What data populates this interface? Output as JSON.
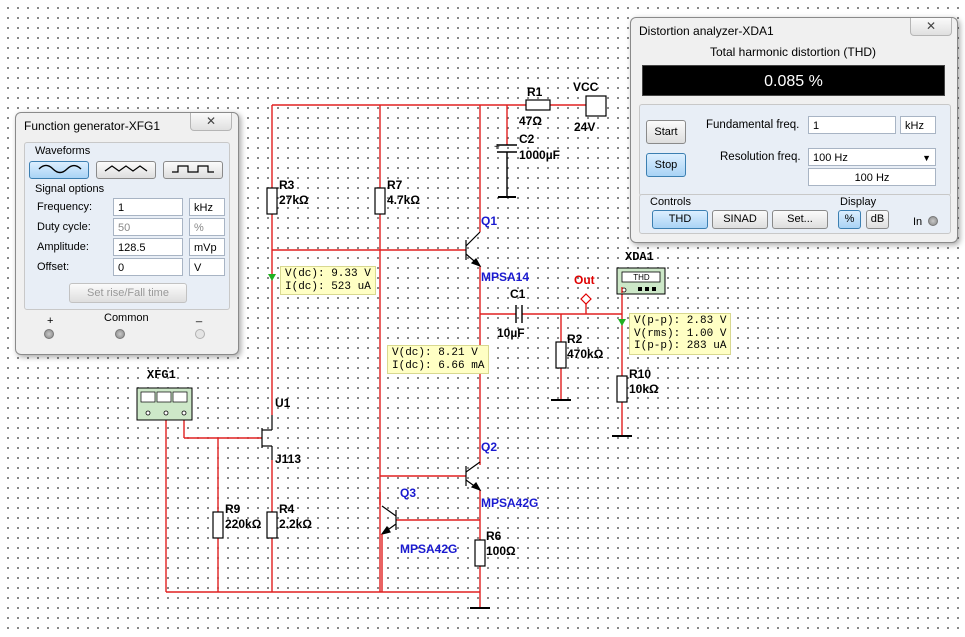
{
  "components": {
    "r1": {
      "name": "R1",
      "value": "47Ω"
    },
    "vcc": {
      "name": "VCC",
      "value": "24V"
    },
    "c2": {
      "name": "C2",
      "value": "1000µF"
    },
    "r3": {
      "name": "R3",
      "value": "27kΩ"
    },
    "r7": {
      "name": "R7",
      "value": "4.7kΩ"
    },
    "q1": {
      "name": "Q1",
      "part": "MPSA14"
    },
    "c1": {
      "name": "C1",
      "value": "10µF"
    },
    "r2": {
      "name": "R2",
      "value": "470kΩ"
    },
    "r10": {
      "name": "R10",
      "value": "10kΩ"
    },
    "u1": {
      "name": "U1",
      "part": "J113"
    },
    "q2": {
      "name": "Q2",
      "part": "MPSA42G"
    },
    "q3": {
      "name": "Q3",
      "part": "MPSA42G"
    },
    "r9": {
      "name": "R9",
      "value": "220kΩ"
    },
    "r4": {
      "name": "R4",
      "value": "2.2kΩ"
    },
    "r6": {
      "name": "R6",
      "value": "100Ω"
    },
    "xfg1": {
      "name": "XFG1"
    },
    "xda1": {
      "name": "XDA1",
      "face": "THD"
    },
    "out": {
      "label": "Out"
    }
  },
  "probes": {
    "p1": {
      "l1": "V(dc): 9.33 V",
      "l2": "I(dc): 523 uA"
    },
    "p2": {
      "l1": "V(dc): 8.21 V",
      "l2": "I(dc): 6.66 mA"
    },
    "p3": {
      "l1": "V(p-p): 2.83 V",
      "l2": "V(rms): 1.00 V",
      "l3": "I(p-p): 283 uA"
    }
  },
  "function_generator": {
    "title": "Function generator-XFG1",
    "close": "✕",
    "waveforms_label": "Waveforms",
    "waveforms": [
      "sine-wave-icon",
      "triangle-wave-icon",
      "square-wave-icon"
    ],
    "selected_waveform": "sine",
    "signal_options_label": "Signal options",
    "frequency": {
      "label": "Frequency:",
      "value": "1",
      "unit": "kHz"
    },
    "duty_cycle": {
      "label": "Duty cycle:",
      "value": "50",
      "unit": "%"
    },
    "amplitude": {
      "label": "Amplitude:",
      "value": "128.5",
      "unit": "mVp"
    },
    "offset": {
      "label": "Offset:",
      "value": "0",
      "unit": "V"
    },
    "rise_fall_button": "Set rise/Fall time",
    "plus": "+",
    "common": "Common",
    "minus": "_"
  },
  "distortion_analyzer": {
    "title": "Distortion analyzer-XDA1",
    "close": "✕",
    "thd_label": "Total harmonic distortion (THD)",
    "thd_value": "0.085 %",
    "start": "Start",
    "stop": "Stop",
    "fundamental": {
      "label": "Fundamental freq.",
      "value": "1",
      "unit": "kHz"
    },
    "resolution": {
      "label": "Resolution freq.",
      "value": "100 Hz",
      "readout": "100 Hz"
    },
    "controls_label": "Controls",
    "display_label": "Display",
    "thd_button": "THD",
    "sinad_button": "SINAD",
    "set_button": "Set...",
    "percent_button": "%",
    "db_button": "dB",
    "in_label": "In"
  },
  "colors": {
    "wire": "#e02020",
    "ground": "#000000",
    "probe_fill": "#ffffc4",
    "part_label": "#1a1ad0",
    "thd_display_bg": "#000000"
  }
}
